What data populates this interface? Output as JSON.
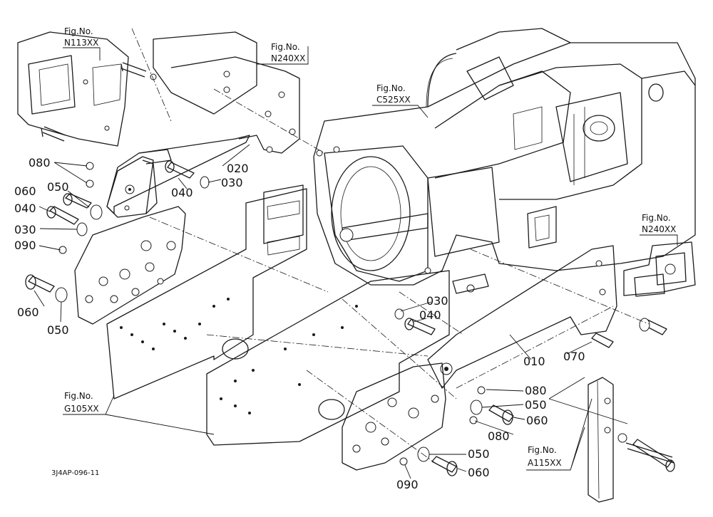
{
  "drawing_code": "3J4AP-096-11",
  "fig_refs": [
    {
      "label": "Fig.No.",
      "code": "N113XX"
    },
    {
      "label": "Fig.No.",
      "code": "N240XX"
    },
    {
      "label": "Fig.No.",
      "code": "C525XX"
    },
    {
      "label": "Fig.No.",
      "code": "N240XX"
    },
    {
      "label": "Fig.No.",
      "code": "G105XX"
    },
    {
      "label": "Fig.No.",
      "code": "A115XX"
    }
  ],
  "part_callouts": [
    "080",
    "020",
    "040",
    "030",
    "060",
    "050",
    "040",
    "030",
    "090",
    "060",
    "050",
    "030",
    "040",
    "010",
    "070",
    "080",
    "050",
    "060",
    "080",
    "050",
    "060",
    "090"
  ]
}
